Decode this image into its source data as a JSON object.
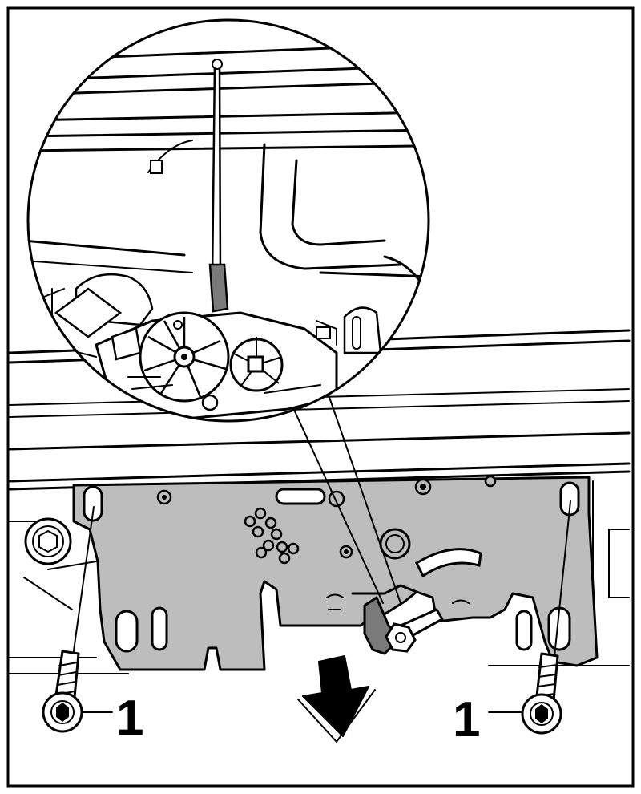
{
  "figure": {
    "background": "#ffffff",
    "line_color": "#000000",
    "plate_color": "#bdbdbd",
    "callouts": [
      {
        "id": "screw-left",
        "label": "1"
      },
      {
        "id": "screw-right",
        "label": "1"
      }
    ],
    "arrow_direction": "down"
  }
}
